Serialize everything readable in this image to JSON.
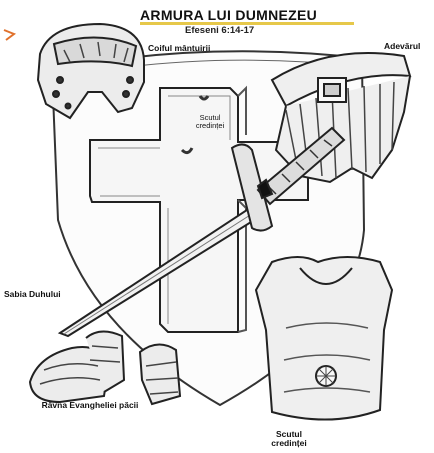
{
  "header": {
    "title": "ARMURA LUI DUMNEZEU",
    "reference": "Efeseni 6:14-17"
  },
  "labels": {
    "helmet": "Coiful mântuirii",
    "truth": "Adevărul",
    "shield": "Scutul credinței",
    "sword": "Sabia Duhului",
    "shoes": "Râvna Evangheliei păcii",
    "breastplate": "Scutul credinței"
  },
  "colors": {
    "ink": "#222222",
    "title_underline": "#e6c84a",
    "accent_mark": "#e0712c",
    "background": "#ffffff"
  },
  "icons": [
    "helmet-icon",
    "belt-icon",
    "cross-icon",
    "sword-icon",
    "shield-icon",
    "breastplate-icon",
    "sandals-icon"
  ]
}
